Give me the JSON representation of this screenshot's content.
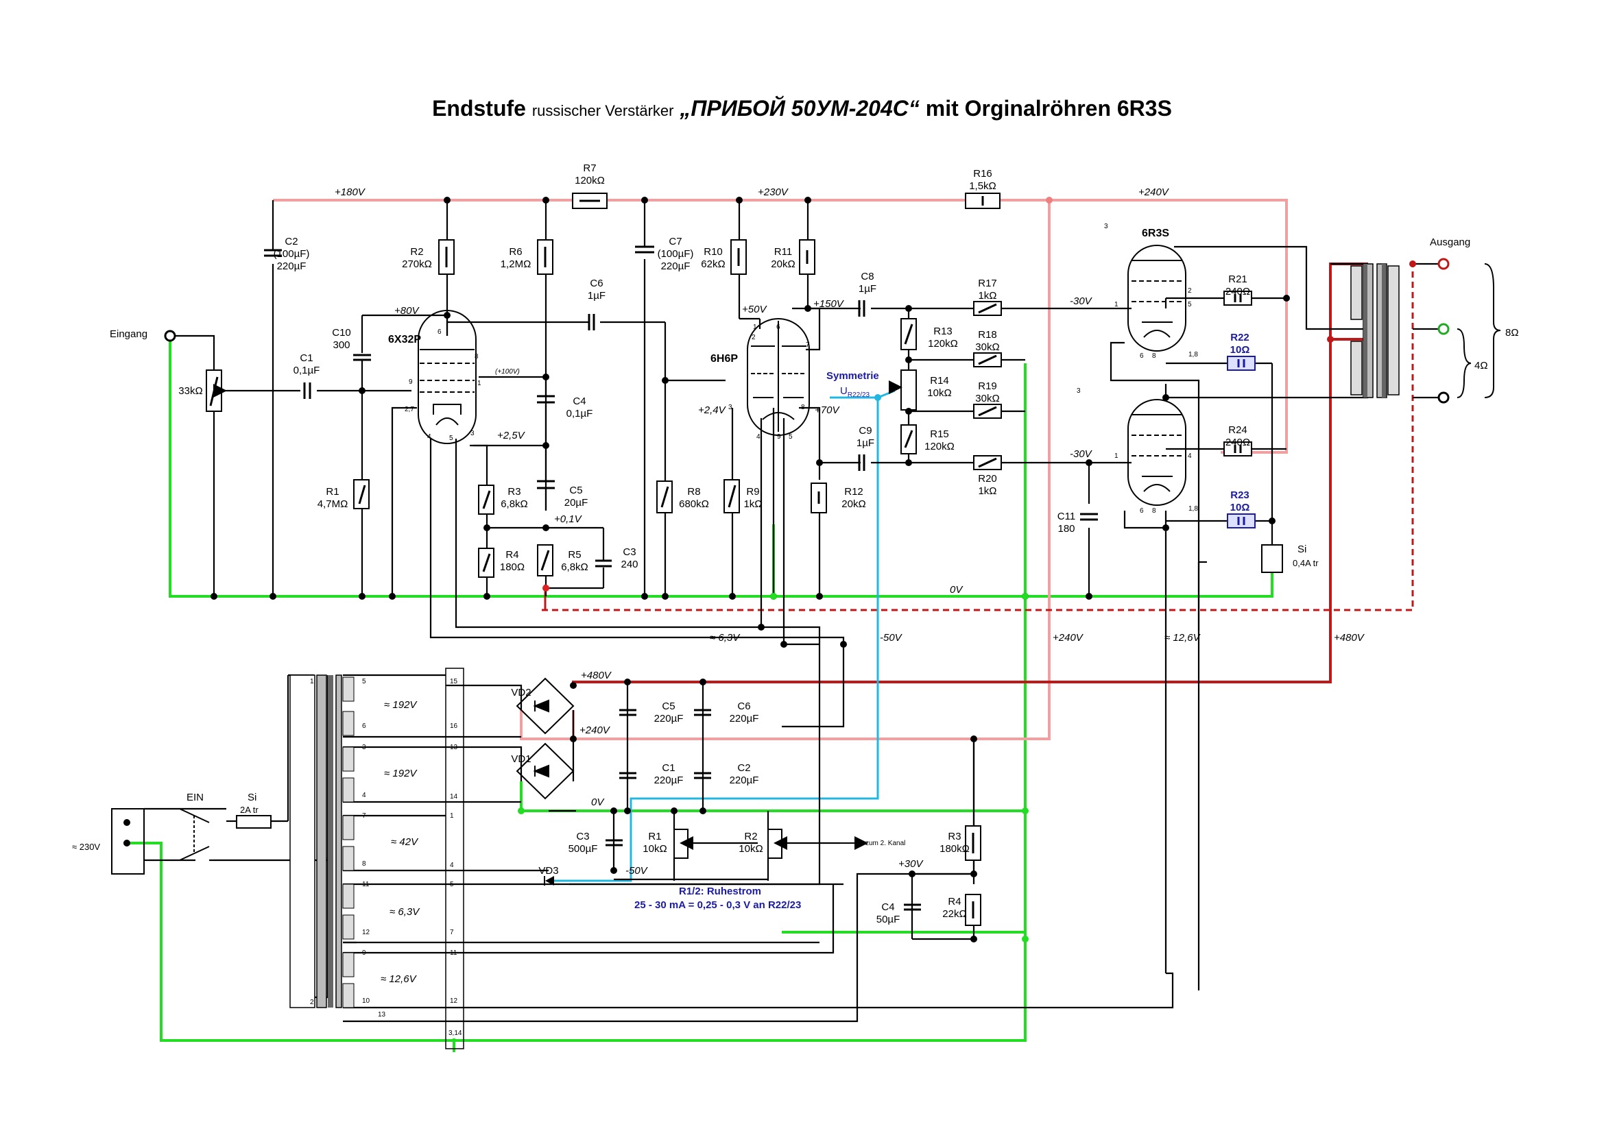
{
  "title": {
    "main": "Endstufe",
    "sub": "russischer Verstärker",
    "model": "„ПРИБОЙ 50УМ-204С“",
    "tail": "mit Orginalröhren 6R3S"
  },
  "colors": {
    "ground": "#22dd22",
    "rail_pink": "#f0a0a0",
    "rail_red": "#c01818",
    "bias_cyan": "#20b8e0",
    "wire": "#000000",
    "resistor_blue": "#1a1aa8"
  },
  "connectors": {
    "input": "Eingang",
    "output": "Ausgang",
    "mains": "≈ 230V",
    "switch": "EIN",
    "fuse_main": "Si",
    "fuse_main_val": "2A tr",
    "fuse_out": "Si",
    "fuse_out_val": "0,4A tr",
    "imp8": "8Ω",
    "imp4": "4Ω",
    "to_other_channel": "zum 2. Kanal"
  },
  "tubes": {
    "v1": "6X32P",
    "v2": "6H6P",
    "v3": "6R3S"
  },
  "voltages": {
    "v180": "+180V",
    "v230": "+230V",
    "v240a": "+240V",
    "v80": "+80V",
    "v100": "(+100V)",
    "v2_5": "+2,5V",
    "v0_1": "+0,1V",
    "v50": "+50V",
    "v150": "+150V",
    "v2_4": "+2,4V",
    "v70": "+70V",
    "m30a": "-30V",
    "m30b": "-30V",
    "zero": "0V",
    "v6_3": "≈ 6,3V",
    "m50": "-50V",
    "v240b": "+240V",
    "v12_6": "≈ 12,6V",
    "v480": "+480V",
    "v480b": "+480V",
    "v240c": "+240V",
    "zero2": "0V",
    "m50b": "-50V",
    "v30": "+30V"
  },
  "components": {
    "C2": [
      "C2",
      "(100µF)",
      "220µF"
    ],
    "R7": [
      "R7",
      "120kΩ"
    ],
    "C7": [
      "C7",
      "(100µF)",
      "220µF"
    ],
    "R16": [
      "R16",
      "1,5kΩ"
    ],
    "R2": [
      "R2",
      "270kΩ"
    ],
    "R6": [
      "R6",
      "1,2MΩ"
    ],
    "C6": [
      "C6",
      "1µF"
    ],
    "R10": [
      "R10",
      "62kΩ"
    ],
    "R11": [
      "R11",
      "20kΩ"
    ],
    "C8": [
      "C8",
      "1µF"
    ],
    "R17": [
      "R17",
      "1kΩ"
    ],
    "R13": [
      "R13",
      "120kΩ"
    ],
    "R18": [
      "R18",
      "30kΩ"
    ],
    "R14": [
      "R14",
      "10kΩ"
    ],
    "R19": [
      "R19",
      "30kΩ"
    ],
    "R15": [
      "R15",
      "120kΩ"
    ],
    "C9": [
      "C9",
      "1µF"
    ],
    "R20": [
      "R20",
      "1kΩ"
    ],
    "R21": [
      "R21",
      "240Ω"
    ],
    "R22": [
      "R22",
      "10Ω"
    ],
    "R24": [
      "R24",
      "240Ω"
    ],
    "R23": [
      "R23",
      "10Ω"
    ],
    "C10": [
      "C10",
      "300"
    ],
    "C1": [
      "C1",
      "0,1µF"
    ],
    "POT": [
      "33kΩ"
    ],
    "R1": [
      "R1",
      "4,7MΩ"
    ],
    "C4": [
      "C4",
      "0,1µF"
    ],
    "R3": [
      "R3",
      "6,8kΩ"
    ],
    "C5": [
      "C5",
      "20µF"
    ],
    "R4": [
      "R4",
      "180Ω"
    ],
    "R5": [
      "R5",
      "6,8kΩ"
    ],
    "C3": [
      "C3",
      "240"
    ],
    "R8": [
      "R8",
      "680kΩ"
    ],
    "R9": [
      "R9",
      "1kΩ"
    ],
    "R12": [
      "R12",
      "20kΩ"
    ],
    "C11": [
      "C11",
      "180"
    ],
    "PS_C5": [
      "C5",
      "220µF"
    ],
    "PS_C6": [
      "C6",
      "220µF"
    ],
    "PS_C1": [
      "C1",
      "220µF"
    ],
    "PS_C2": [
      "C2",
      "220µF"
    ],
    "PS_C3": [
      "C3",
      "500µF"
    ],
    "PS_R1": [
      "R1",
      "10kΩ"
    ],
    "PS_R2": [
      "R2",
      "10kΩ"
    ],
    "PS_R3": [
      "R3",
      "180kΩ"
    ],
    "PS_R4": [
      "R4",
      "22kΩ"
    ],
    "PS_C4": [
      "C4",
      "50µF"
    ],
    "VD1": [
      "VD1"
    ],
    "VD2": [
      "VD2"
    ],
    "VD3": [
      "VD3"
    ]
  },
  "symmetry": {
    "label": "Symmetrie",
    "u": "U",
    "sub": "R22/23"
  },
  "bias_note": {
    "line1": "R1/2: Ruhestrom",
    "line2": "25 - 30 mA = 0,25 - 0,3 V an R22/23"
  },
  "transformer": {
    "w1": "≈ 192V",
    "w2": "≈ 192V",
    "w3": "≈ 42V",
    "w4": "≈ 6,3V",
    "w5": "≈ 12,6V"
  },
  "pins": {
    "t_left": [
      "1",
      "2"
    ],
    "t_right": [
      "5",
      "6",
      "3",
      "4",
      "7",
      "8",
      "11",
      "12",
      "9",
      "10",
      "13"
    ],
    "strip": [
      "15",
      "16",
      "13",
      "14",
      "1",
      "4",
      "5",
      "7",
      "11",
      "12",
      "3,14"
    ],
    "v1": [
      "6",
      "8",
      "9",
      "1",
      "2,7",
      "3",
      "4",
      "5"
    ],
    "v2": [
      "1",
      "6",
      "2",
      "7",
      "3",
      "8",
      "4",
      "9",
      "5"
    ],
    "v3a": [
      "3",
      "2",
      "1",
      "5",
      "6",
      "8",
      "1,8"
    ],
    "v3b": [
      "3",
      "1",
      "4",
      "6",
      "8",
      "1,8"
    ]
  }
}
